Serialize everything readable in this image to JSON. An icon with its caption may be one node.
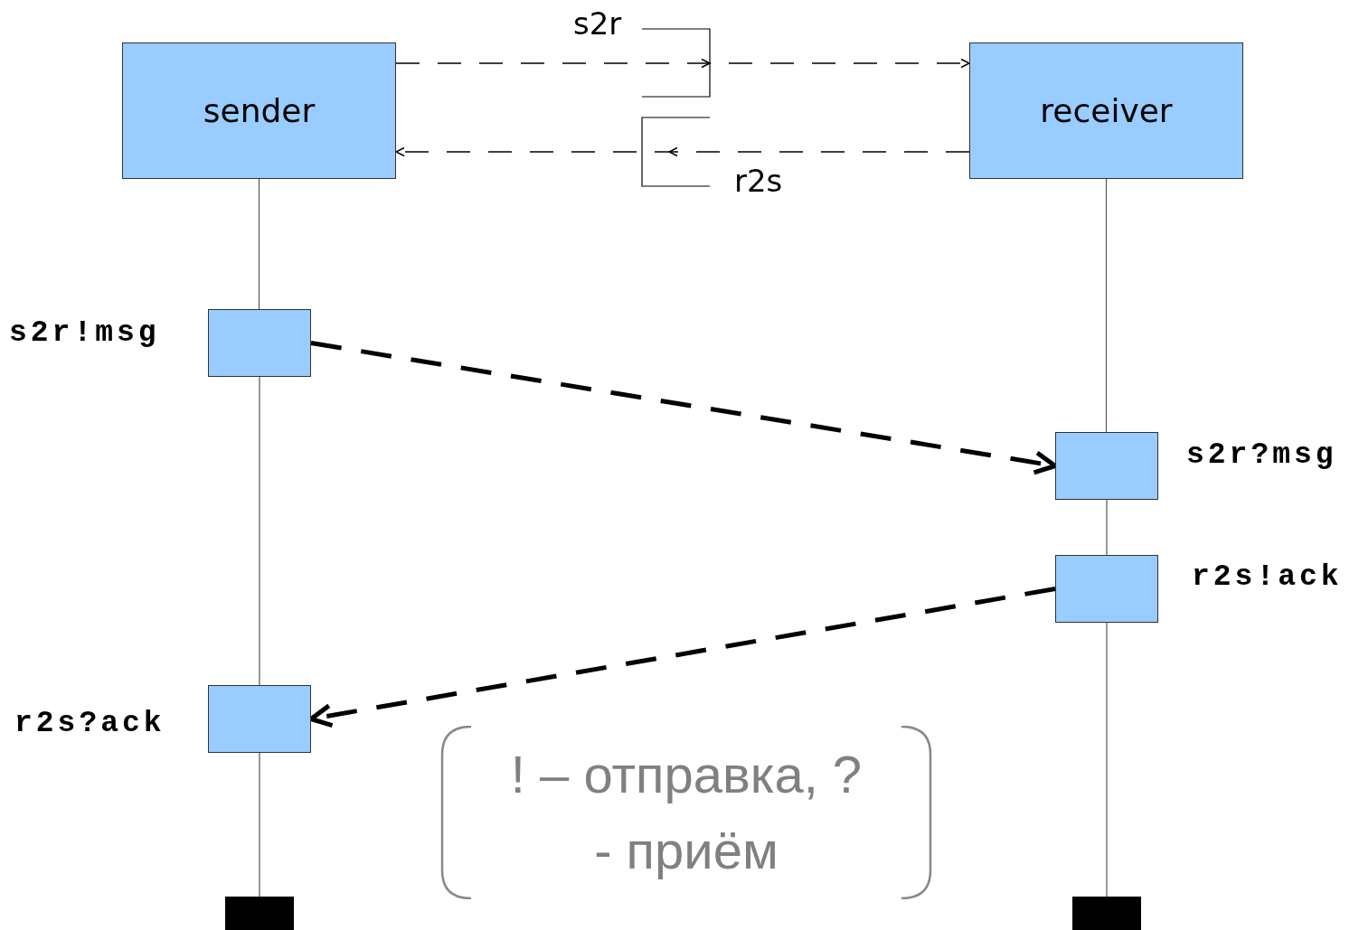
{
  "diagram": {
    "nodes": [
      {
        "text": [
          "sender"
        ]
      },
      {
        "text": [
          "receiver"
        ]
      },
      {
        "text": [],
        "shape": "box",
        "beside": [
          "s2r!msg"
        ]
      },
      {
        "text": [],
        "shape": "box",
        "beside": [
          "s2r?msg"
        ]
      },
      {
        "text": [],
        "shape": "box",
        "beside": [
          "r2s!ack"
        ]
      },
      {
        "text": [],
        "shape": "box",
        "beside": [
          "r2s?ack"
        ]
      },
      {
        "text": [
          "! – отправка, ? - приём"
        ]
      },
      {
        "text": [],
        "shape": "bar"
      },
      {
        "text": [],
        "shape": "bar"
      }
    ],
    "edges": [
      {
        "from": 0,
        "to": 1,
        "arrow": "to",
        "label": "s2r",
        "style": "dashed"
      },
      {
        "from": 1,
        "to": 0,
        "arrow": "to",
        "label": "r2s",
        "style": "dashed"
      },
      {
        "from": 2,
        "to": 3,
        "arrow": "to",
        "style": "dashed"
      },
      {
        "from": 4,
        "to": 5,
        "arrow": "to",
        "style": "dashed"
      },
      {
        "from": 0,
        "to": 2,
        "arrow": "none"
      },
      {
        "from": 2,
        "to": 5,
        "arrow": "none"
      },
      {
        "from": 5,
        "to": 7,
        "arrow": "none"
      },
      {
        "from": 1,
        "to": 3,
        "arrow": "none"
      },
      {
        "from": 3,
        "to": 4,
        "arrow": "none"
      },
      {
        "from": 4,
        "to": 8,
        "arrow": "none"
      }
    ]
  }
}
